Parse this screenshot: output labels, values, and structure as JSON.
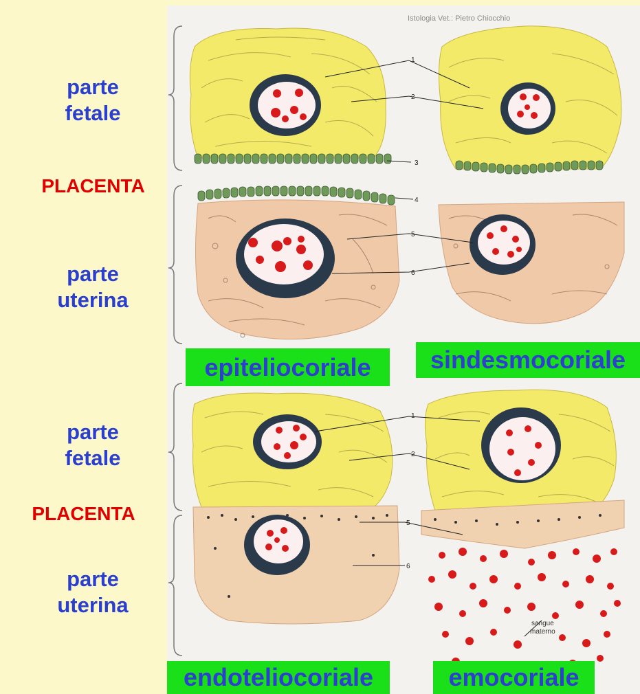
{
  "left_labels": {
    "top_fetal": [
      "parte",
      "fetale"
    ],
    "top_placenta": "PLACENTA",
    "top_uterine": [
      "parte",
      "uterina"
    ],
    "bottom_fetal": [
      "parte",
      "fetale"
    ],
    "bottom_placenta": "PLACENTA",
    "bottom_uterine": [
      "parte",
      "uterina"
    ]
  },
  "panel_titles": {
    "top_left": "epiteliocoriale",
    "top_right": "sindesmocoriale",
    "bottom_left": "endoteliocoriale",
    "bottom_right": "emocoriale"
  },
  "figure_numbers": {
    "n1": "1",
    "n2": "2",
    "n3": "3",
    "n4": "4",
    "n5": "5",
    "n6": "6"
  },
  "figure_annotations": {
    "header": "Istologia Vet.: Pietro Chiocchio",
    "blood_label_line1": "sangue",
    "blood_label_line2": "materno"
  },
  "colors": {
    "background": "#fdf8c9",
    "label_blue": "#2a3fd0",
    "label_red": "#e00000",
    "title_green": "#19e019",
    "fetal_yellow": "#f3ea6a",
    "uterine_pink": "#f0c9a8",
    "blood_red": "#d91a1a",
    "epithelium_green": "#6f9a5a"
  }
}
